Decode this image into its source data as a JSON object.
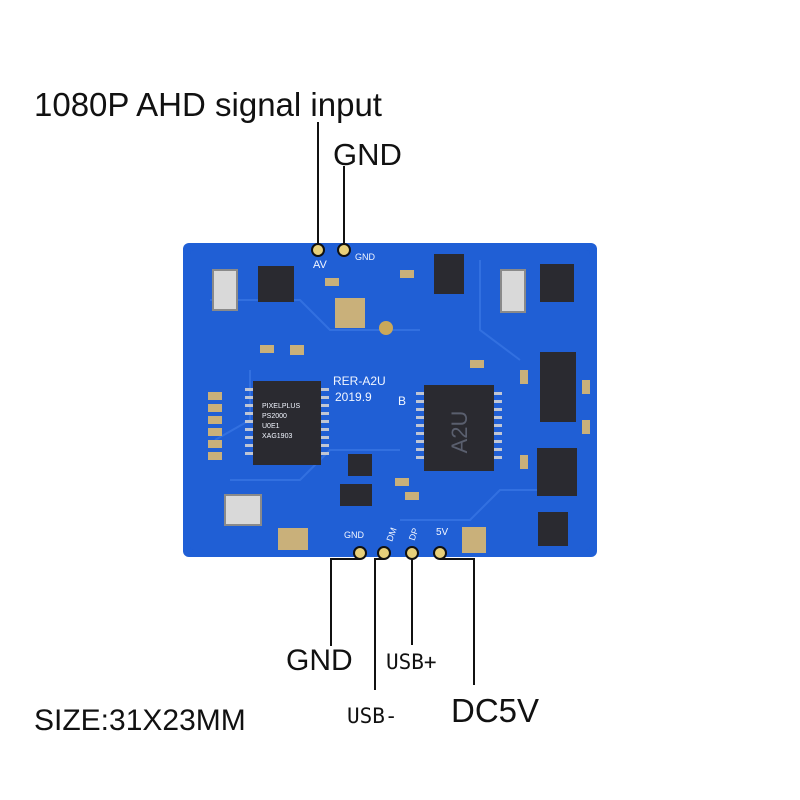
{
  "labels": {
    "ahd_input": "1080P AHD signal input",
    "gnd_top": "GND",
    "gnd_bottom": "GND",
    "usb_minus": "USB-",
    "usb_plus": "USB+",
    "dc5v": "DC5V",
    "size": "SIZE:31X23MM"
  },
  "board_silkscreen": {
    "av": "AV",
    "gnd": "GND",
    "model": "RER-A2U",
    "date": "2019.9",
    "rev": "B",
    "chip_text": "A2U",
    "pixelplus_1": "PIXELPLUS",
    "pixelplus_2": "PS2000",
    "pixelplus_3": "U0E1",
    "pixelplus_4": "XAG1903",
    "pin_gnd": "GND",
    "pin_dm": "DM",
    "pin_dp": "DP",
    "pin_5v": "5V"
  },
  "colors": {
    "pcb": "#1f5fd6",
    "pcb_dark": "#1a4fb8",
    "chip": "#2a2a30",
    "pad": "#c9b07a",
    "pin": "#e8d07a"
  }
}
